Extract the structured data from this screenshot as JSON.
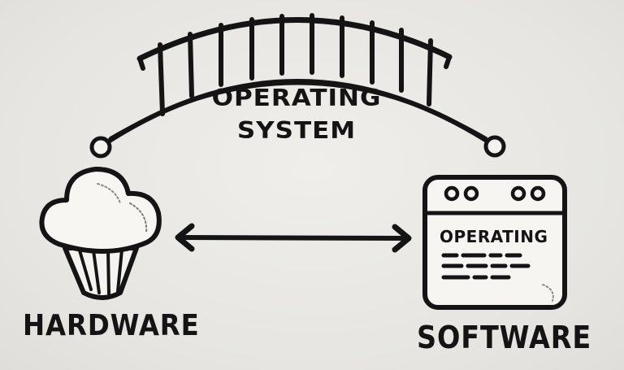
{
  "diagram": {
    "bridge": {
      "label_line1": "OPERATING",
      "label_line2": "SYSTEM"
    },
    "hardware": {
      "label": "HARDWARE",
      "icon": "cupcake-icon"
    },
    "software": {
      "label": "SOFTWARE",
      "icon": "app-window-icon",
      "window_title": "OPERATING"
    },
    "connector": {
      "icon": "double-headed-arrow-icon"
    },
    "colors": {
      "ink": "#141414",
      "background": "#e9e8e4",
      "fill": "#f4f3f0"
    }
  }
}
